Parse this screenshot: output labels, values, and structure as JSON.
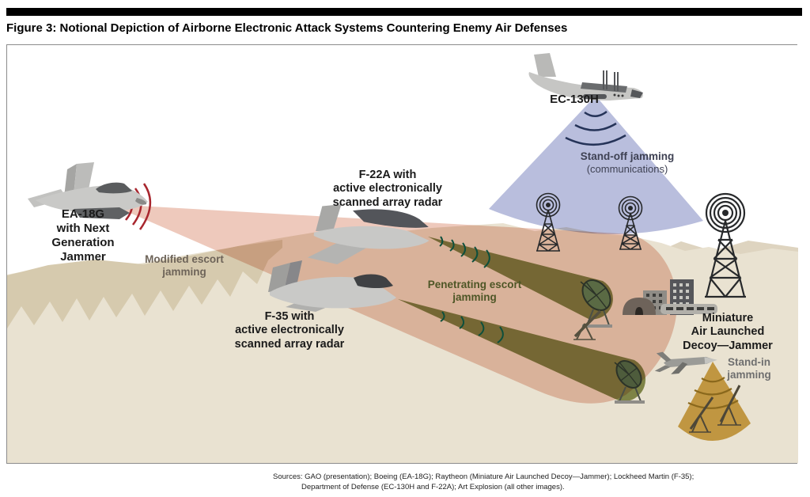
{
  "title": "Figure 3: Notional Depiction of Airborne Electronic Attack Systems Countering Enemy Air Defenses",
  "figure": {
    "aircraft": {
      "ea18g": {
        "lines": [
          "EA-18G",
          "with Next",
          "Generation",
          "Jammer"
        ]
      },
      "f22": {
        "lines": [
          "F-22A with",
          "active electronically",
          "scanned array radar"
        ]
      },
      "f35": {
        "lines": [
          "F-35 with",
          "active electronically",
          "scanned array radar"
        ]
      },
      "ec130h": {
        "label": "EC-130H"
      },
      "mald": {
        "lines": [
          "Miniature",
          "Air Launched",
          "Decoy—Jammer"
        ]
      }
    },
    "jamming": {
      "standoff": {
        "line1": "Stand-off jamming",
        "line2": "(communications)"
      },
      "modified": {
        "lines": [
          "Modified escort",
          "jamming"
        ]
      },
      "penetrating": {
        "lines": [
          "Penetrating escort",
          "jamming"
        ]
      },
      "standin": {
        "lines": [
          "Stand-in",
          "jamming"
        ]
      }
    },
    "colors": {
      "pinkCone": "#eec9bc",
      "blueCone": "#b9bedd",
      "greenCone": "#8a9455",
      "tanCone": "#d2a94f",
      "redArc": "#a8262e",
      "navyArc": "#253358",
      "greenArc": "#0d4f3c",
      "tanArc": "#8a681c",
      "terrain": "#e9e2d1",
      "ridge": "#d6caae"
    }
  },
  "sources": {
    "line1": "Sources: GAO (presentation); Boeing (EA-18G); Raytheon (Miniature Air Launched Decoy—Jammer); Lockheed Martin (F-35);",
    "line2": "Department of Defense (EC-130H and F-22A); Art Explosion (all other images)."
  }
}
